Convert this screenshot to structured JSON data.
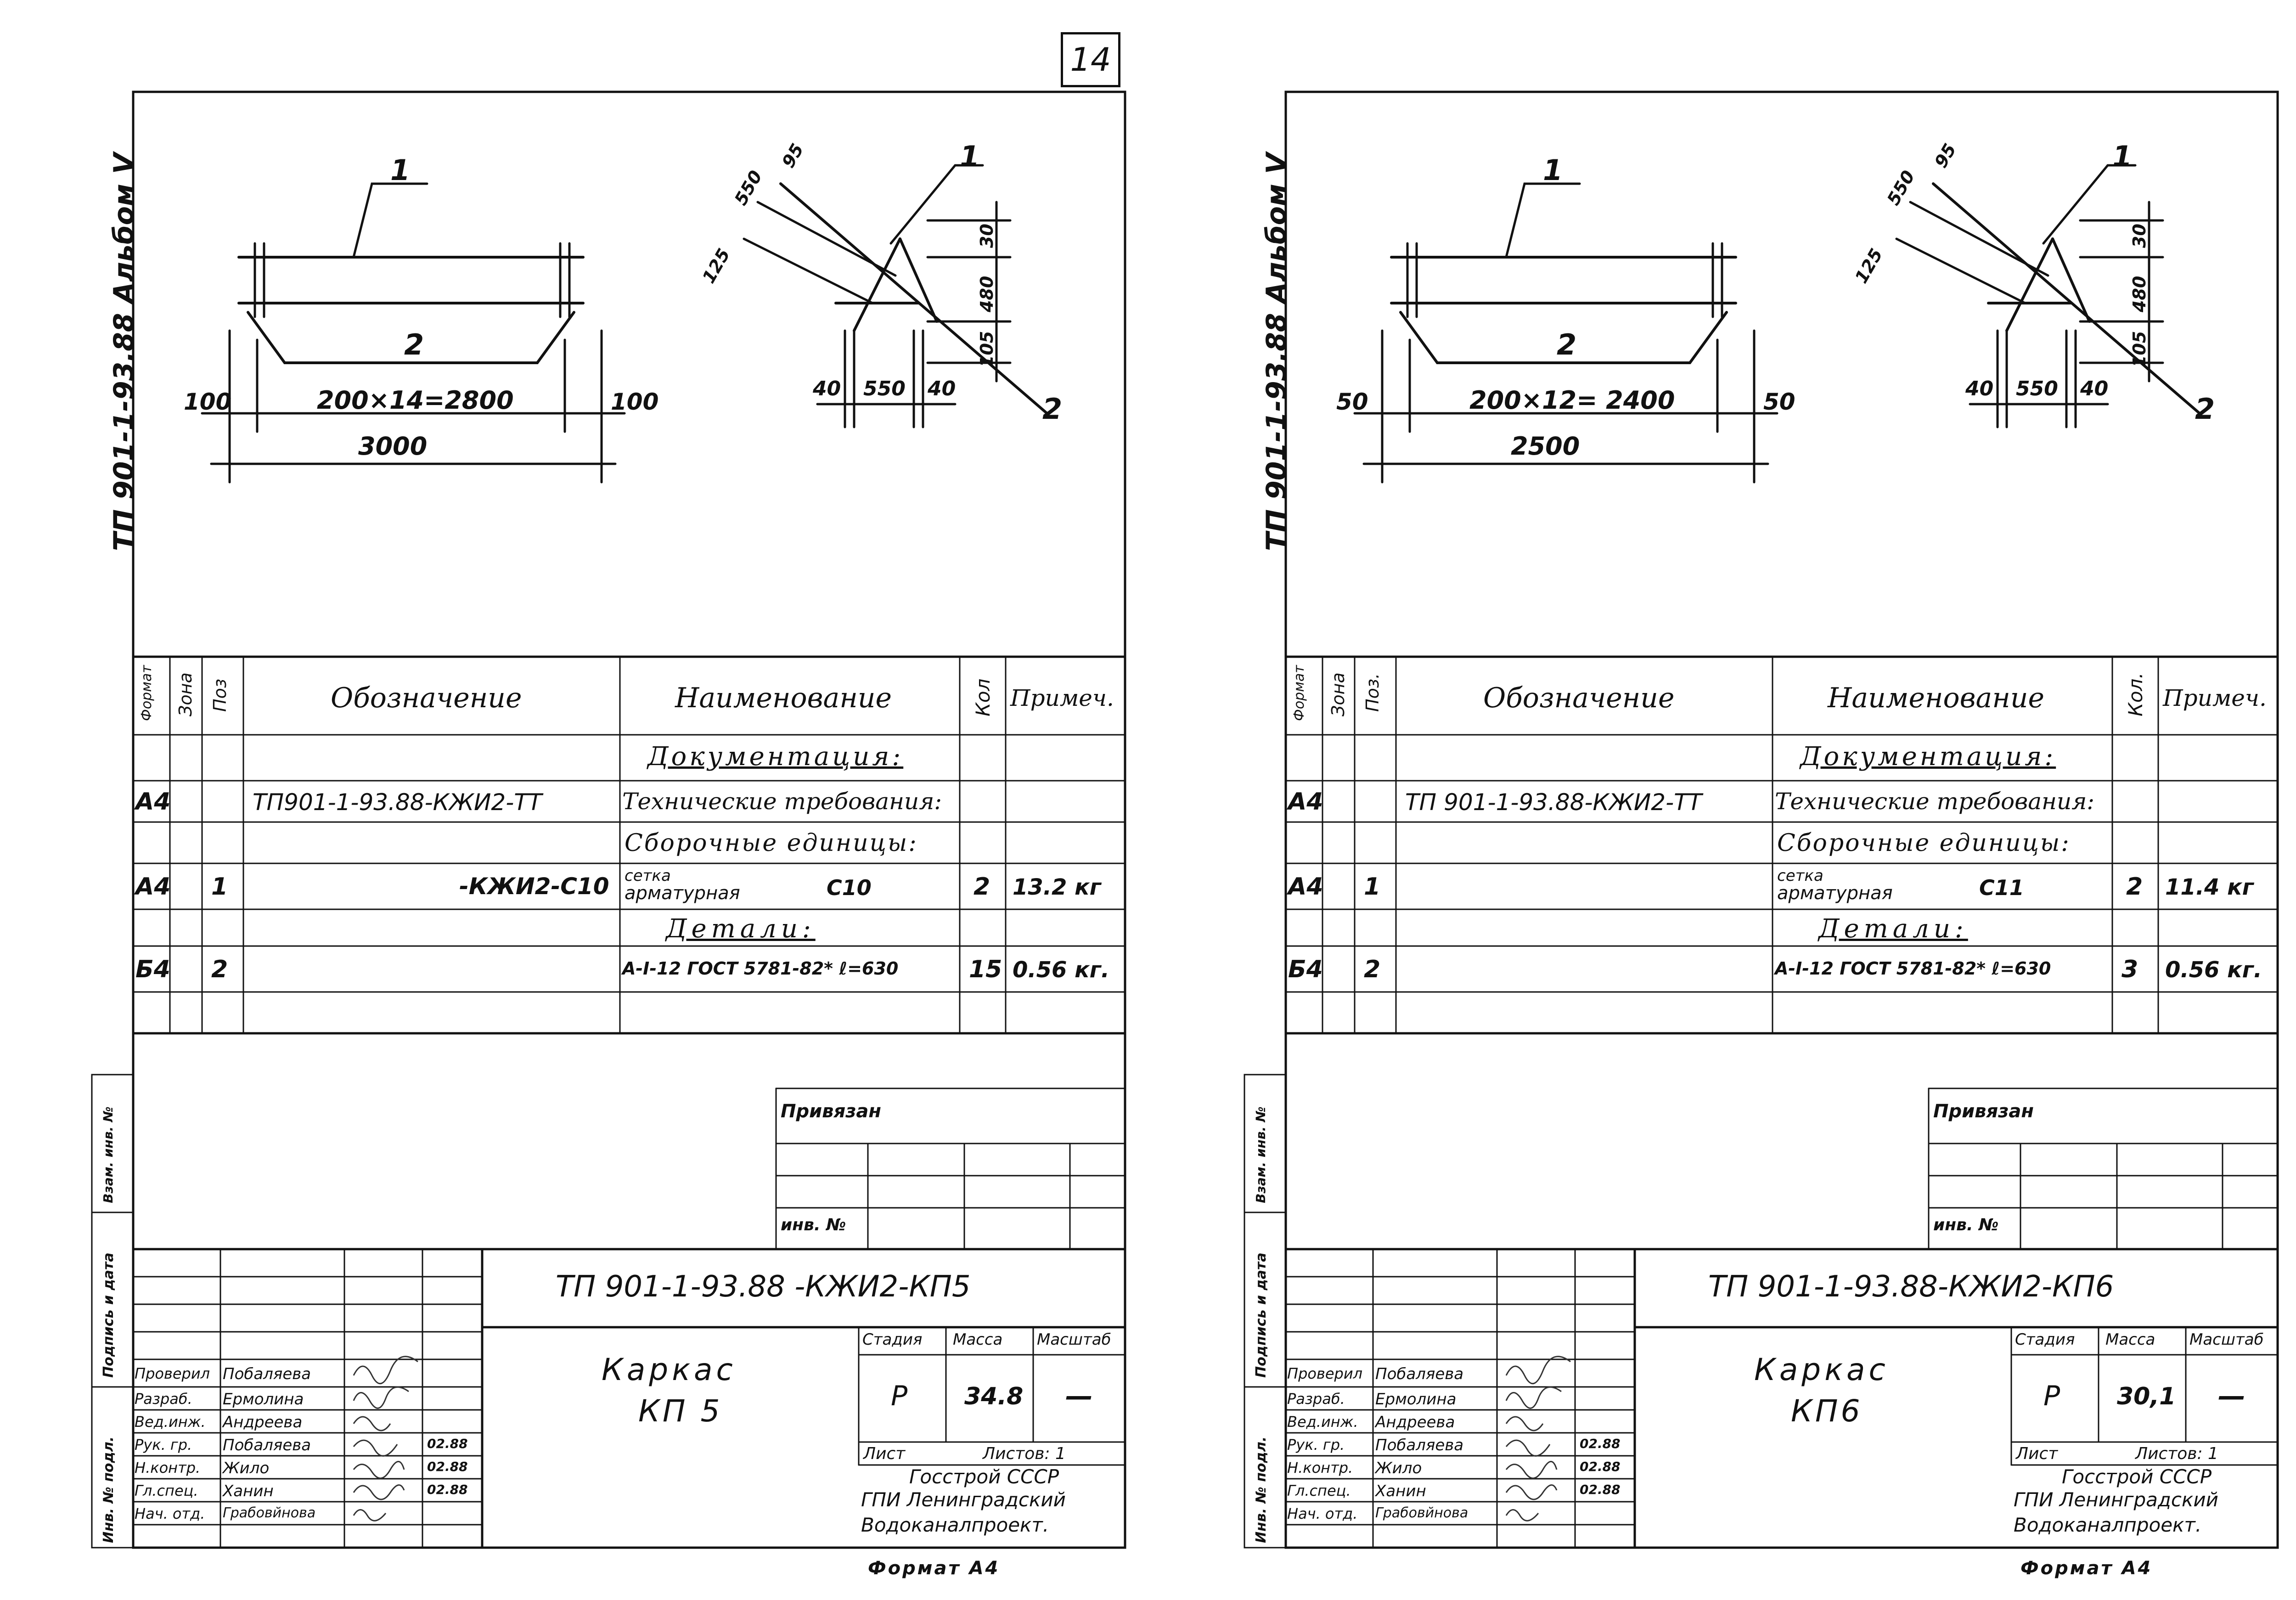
{
  "page_number": "14",
  "sheets": [
    {
      "album_code": "ТП 901-1-93.88  Альбом V",
      "drawing": {
        "front": {
          "label_1": "1",
          "label_2": "2",
          "end_left": "100",
          "end_right": "100",
          "spacing": "200×14=2800",
          "overall": "3000"
        },
        "side": {
          "label_1": "1",
          "label_2": "2",
          "d_550": "550",
          "d_95": "95",
          "d_125": "125",
          "d_30": "30",
          "d_480": "480",
          "d_105": "105",
          "b_40a": "40",
          "b_550": "550",
          "b_40b": "40"
        }
      },
      "spec": {
        "headers": {
          "format": "Формат",
          "zone": "Зона",
          "pos": "Поз",
          "designation": "Обозначение",
          "name": "Наименование",
          "qty": "Кол",
          "note": "Примеч."
        },
        "docs_title": "Документация:",
        "row1": {
          "format": "А4",
          "designation": "ТП901-1-93.88-КЖИ2-ТТ",
          "name": "Технические требования:"
        },
        "asm_title": "Сборочные единицы:",
        "row2": {
          "format": "А4",
          "pos": "1",
          "designation": "-КЖИ2-С10",
          "name_a": "сетка",
          "name_b": "арматурная",
          "name_c": "С10",
          "qty": "2",
          "note": "13.2 кг"
        },
        "details_title": "Детали:",
        "row3": {
          "format": "Б4",
          "pos": "2",
          "name": "А-I-12 ГОСТ 5781-82* ℓ=630",
          "qty": "15",
          "note": "0.56 кг."
        }
      },
      "privyazan": "Привязан",
      "inv": "инв. №",
      "side_stamp": {
        "vzam": "Взам. инв. №",
        "podp": "Подпись и дата",
        "inv_podl": "Инв. № подл."
      },
      "title_block": {
        "code": "ТП 901-1-93.88  -КЖИ2-КП5",
        "name_1": "Каркас",
        "name_2": "КП 5",
        "stage_h": "Стадия",
        "mass_h": "Масса",
        "scale_h": "Масштаб",
        "stage": "Р",
        "mass": "34.8",
        "scale": "—",
        "sheet_h": "Лист",
        "sheets_h": "Листов: 1",
        "org_1": "Госстрой СССР",
        "org_2": "ГПИ Ленинградский",
        "org_3": "Водоканалпроект.",
        "roles": [
          "Проверил",
          "Разраб.",
          "Вед.инж.",
          "Рук. гр.",
          "Н.контр.",
          "Гл.спец.",
          "Нач. отд."
        ],
        "names": [
          "Побаляева",
          "Ермолина",
          "Андреева",
          "Побаляева",
          "Жило",
          "Ханин",
          "Грабовйнова"
        ],
        "dates": [
          "",
          "",
          "",
          "02.88",
          "02.88",
          "02.88",
          ""
        ],
        "format": "Формат  А4"
      }
    },
    {
      "album_code": "ТП 901-1-93.88  Альбом V",
      "drawing": {
        "front": {
          "label_1": "1",
          "label_2": "2",
          "end_left": "50",
          "end_right": "50",
          "spacing": "200×12= 2400",
          "overall": "2500"
        },
        "side": {
          "label_1": "1",
          "label_2": "2",
          "d_550": "550",
          "d_95": "95",
          "d_125": "125",
          "d_30": "30",
          "d_480": "480",
          "d_105": "105",
          "b_40a": "40",
          "b_550": "550",
          "b_40b": "40"
        }
      },
      "spec": {
        "headers": {
          "format": "Формат",
          "zone": "Зона",
          "pos": "Поз.",
          "designation": "Обозначение",
          "name": "Наименование",
          "qty": "Кол.",
          "note": "Примеч."
        },
        "docs_title": "Документация:",
        "row1": {
          "format": "А4",
          "designation": "ТП 901-1-93.88-КЖИ2-ТТ",
          "name": "Технические требования:"
        },
        "asm_title": "Сборочные единицы:",
        "row2": {
          "format": "А4",
          "pos": "1",
          "designation": "",
          "name_a": "сетка",
          "name_b": "арматурная",
          "name_c": "С11",
          "qty": "2",
          "note": "11.4 кг"
        },
        "details_title": "Детали:",
        "row3": {
          "format": "Б4",
          "pos": "2",
          "name": "А-I-12 ГОСТ 5781-82* ℓ=630",
          "qty": "3",
          "note": "0.56 кг."
        }
      },
      "privyazan": "Привязан",
      "inv": "инв. №",
      "side_stamp": {
        "vzam": "Взам. инв. №",
        "podp": "Подпись и дата",
        "inv_podl": "Инв. № подл."
      },
      "title_block": {
        "code": "ТП 901-1-93.88-КЖИ2-КП6",
        "name_1": "Каркас",
        "name_2": "КП6",
        "stage_h": "Стадия",
        "mass_h": "Масса",
        "scale_h": "Масштаб",
        "stage": "Р",
        "mass": "30,1",
        "scale": "—",
        "sheet_h": "Лист",
        "sheets_h": "Листов: 1",
        "org_1": "Госстрой СССР",
        "org_2": "ГПИ Ленинградский",
        "org_3": "Водоканалпроект.",
        "roles": [
          "Проверил",
          "Разраб.",
          "Вед.инж.",
          "Рук. гр.",
          "Н.контр.",
          "Гл.спец.",
          "Нач. отд."
        ],
        "names": [
          "Побаляева",
          "Ермолина",
          "Андреева",
          "Побаляева",
          "Жило",
          "Ханин",
          "Грабовйнова"
        ],
        "dates": [
          "",
          "",
          "",
          "02.88",
          "02.88",
          "02.88",
          ""
        ],
        "format": "Формат А4"
      }
    }
  ]
}
